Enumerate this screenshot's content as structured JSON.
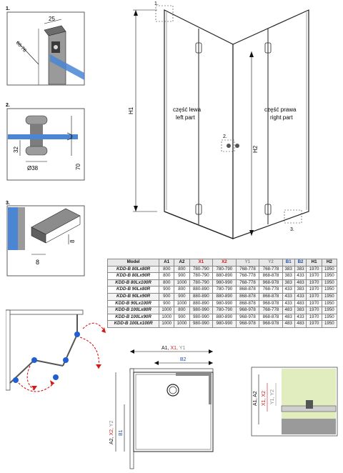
{
  "details": {
    "detail1": {
      "number": "1.",
      "dim_top": "25",
      "dim_side": "66-76"
    },
    "detail2": {
      "number": "2.",
      "dim_height_small": "32",
      "dim_diameter": "Ø38",
      "dim_height": "70"
    },
    "detail3": {
      "number": "3.",
      "dim_vertical": "8",
      "dim_horizontal": "8"
    }
  },
  "front_view": {
    "callout_1": "1.",
    "callout_2": "2.",
    "callout_3": "3.",
    "dim_h1": "H1",
    "dim_h2": "H2",
    "left_part_pl": "część lewa",
    "left_part_en": "left part",
    "right_part_pl": "część prawa",
    "right_part_en": "right part"
  },
  "table": {
    "headers": [
      "Model",
      "A1",
      "A2",
      "X1",
      "X2",
      "Y1",
      "Y2",
      "B1",
      "B2",
      "H1",
      "H2"
    ],
    "header_colors": [
      "#111111",
      "#111111",
      "#111111",
      "#d01a1a",
      "#d01a1a",
      "#8a8a8a",
      "#8a8a8a",
      "#1f4fa8",
      "#1f4fa8",
      "#111111",
      "#111111"
    ],
    "rows": [
      [
        "KDD-B 80Lx80R",
        "800",
        "800",
        "780-790",
        "780-790",
        "768-778",
        "768-778",
        "383",
        "383",
        "1970",
        "1950"
      ],
      [
        "KDD-B 80Lx90R",
        "800",
        "900",
        "780-790",
        "880-890",
        "768-778",
        "868-878",
        "383",
        "433",
        "1970",
        "1950"
      ],
      [
        "KDD-B 80Lx100R",
        "800",
        "1000",
        "780-790",
        "980-990",
        "768-778",
        "968-978",
        "383",
        "483",
        "1970",
        "1950"
      ],
      [
        "KDD-B 90Lx80R",
        "900",
        "800",
        "880-890",
        "780-790",
        "868-878",
        "768-778",
        "433",
        "383",
        "1970",
        "1950"
      ],
      [
        "KDD-B 90Lx90R",
        "900",
        "900",
        "880-890",
        "880-890",
        "868-878",
        "868-878",
        "433",
        "433",
        "1970",
        "1950"
      ],
      [
        "KDD-B 90Lx100R",
        "900",
        "1000",
        "880-890",
        "980-990",
        "868-878",
        "968-978",
        "433",
        "483",
        "1970",
        "1950"
      ],
      [
        "KDD-B 100Lx80R",
        "1000",
        "800",
        "980-990",
        "780-790",
        "968-978",
        "768-778",
        "483",
        "383",
        "1970",
        "1950"
      ],
      [
        "KDD-B 100Lx90R",
        "1000",
        "900",
        "980-990",
        "880-890",
        "968-978",
        "868-878",
        "483",
        "433",
        "1970",
        "1950"
      ],
      [
        "KDD-B 100Lx100R",
        "1000",
        "1000",
        "980-990",
        "980-990",
        "968-978",
        "968-978",
        "483",
        "483",
        "1970",
        "1950"
      ]
    ]
  },
  "plan_view": {
    "top_dim_a1": "A1,",
    "top_dim_x1": "X1,",
    "top_dim_y1": "Y1",
    "top_dim_b2": "B2",
    "side_dim_a2": "A2,",
    "side_dim_x2": "X2,",
    "side_dim_y2": "Y2",
    "side_dim_b1": "B1"
  },
  "section_view": {
    "dim_a1_a2": "A1, A2",
    "dim_x1_x2": "X1, X2",
    "dim_y1_y2": "Y1, Y2"
  },
  "colors": {
    "red": "#d01a1a",
    "grey": "#8a8a8a",
    "blue": "#1f4fa8",
    "glass_blue": "#4a86d4",
    "wall_green": "#e2edbf"
  }
}
